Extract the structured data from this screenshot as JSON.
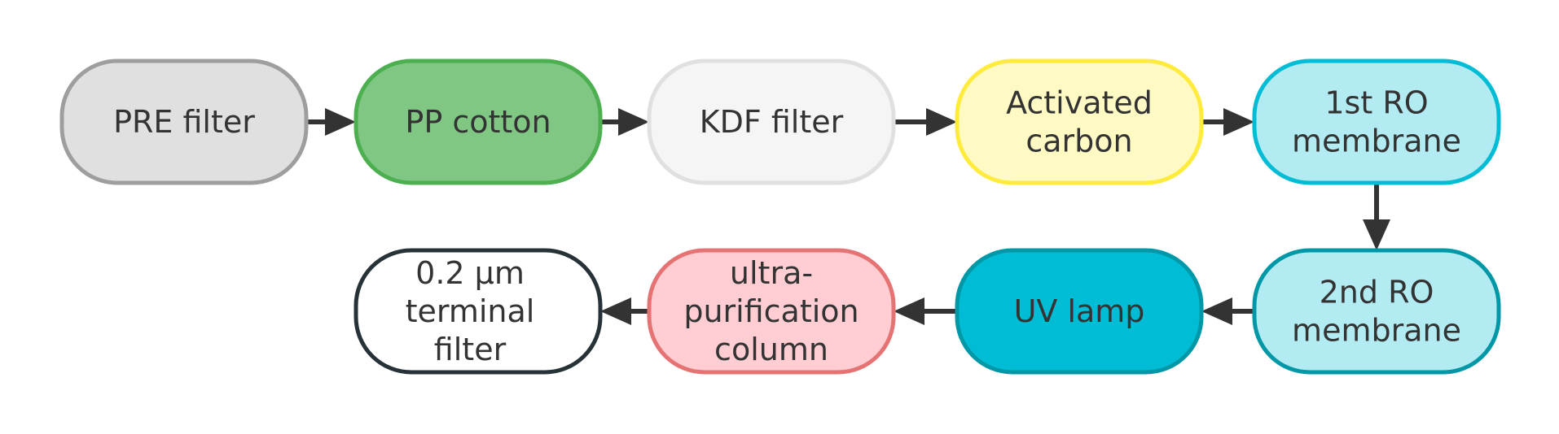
{
  "nodes": [
    {
      "id": "pre-filter",
      "lines": [
        "PRE filter"
      ],
      "fill": "#e0e0e0",
      "stroke": "#9e9e9e"
    },
    {
      "id": "pp-cotton",
      "lines": [
        "PP cotton"
      ],
      "fill": "#81c784",
      "stroke": "#4caf50"
    },
    {
      "id": "kdf-filter",
      "lines": [
        "KDF filter"
      ],
      "fill": "#f5f5f5",
      "stroke": "#e0e0e0"
    },
    {
      "id": "activated-carbon",
      "lines": [
        "Activated",
        "carbon"
      ],
      "fill": "#fff9c4",
      "stroke": "#ffeb3b"
    },
    {
      "id": "first-ro-membrane",
      "lines": [
        "1st RO",
        "membrane"
      ],
      "fill": "#b2ebf2",
      "stroke": "#00bcd4"
    },
    {
      "id": "second-ro-membrane",
      "lines": [
        "2nd RO",
        "membrane"
      ],
      "fill": "#b2ebf2",
      "stroke": "#0097a7"
    },
    {
      "id": "uv-lamp",
      "lines": [
        "UV lamp"
      ],
      "fill": "#00bcd4",
      "stroke": "#0097a7"
    },
    {
      "id": "ultra-purification-column",
      "lines": [
        "ultra-",
        "purification",
        "column"
      ],
      "fill": "#ffcdd2",
      "stroke": "#e57373"
    },
    {
      "id": "terminal-filter",
      "lines": [
        "0.2 μm",
        "terminal",
        "filter"
      ],
      "fill": "#ffffff",
      "stroke": "#263238"
    }
  ],
  "edges": [
    {
      "from": "pre-filter",
      "to": "pp-cotton"
    },
    {
      "from": "pp-cotton",
      "to": "kdf-filter"
    },
    {
      "from": "kdf-filter",
      "to": "activated-carbon"
    },
    {
      "from": "activated-carbon",
      "to": "first-ro-membrane"
    },
    {
      "from": "first-ro-membrane",
      "to": "second-ro-membrane"
    },
    {
      "from": "second-ro-membrane",
      "to": "uv-lamp"
    },
    {
      "from": "uv-lamp",
      "to": "ultra-purification-column"
    },
    {
      "from": "ultra-purification-column",
      "to": "terminal-filter"
    }
  ],
  "colors": {
    "arrow": "#333333"
  }
}
